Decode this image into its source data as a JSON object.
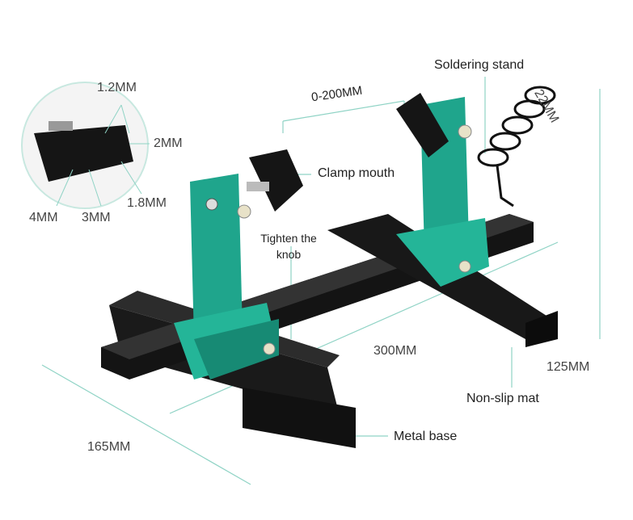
{
  "detail_inset": {
    "labels": [
      "1.2MM",
      "2MM",
      "1.8MM",
      "3MM",
      "4MM"
    ]
  },
  "annotations": {
    "clamp_range": "0-200MM",
    "soldering_stand": "Soldering stand",
    "coil_diameter": "22MM",
    "clamp_mouth": "Clamp mouth",
    "tighten_knob": "Tighten the knob",
    "length": "300MM",
    "height": "125MM",
    "non_slip_mat": "Non-slip mat",
    "metal_base": "Metal base",
    "width": "165MM"
  },
  "colors": {
    "teal": "#1fa58c",
    "black": "#141414",
    "line": "#8fd3c5"
  }
}
